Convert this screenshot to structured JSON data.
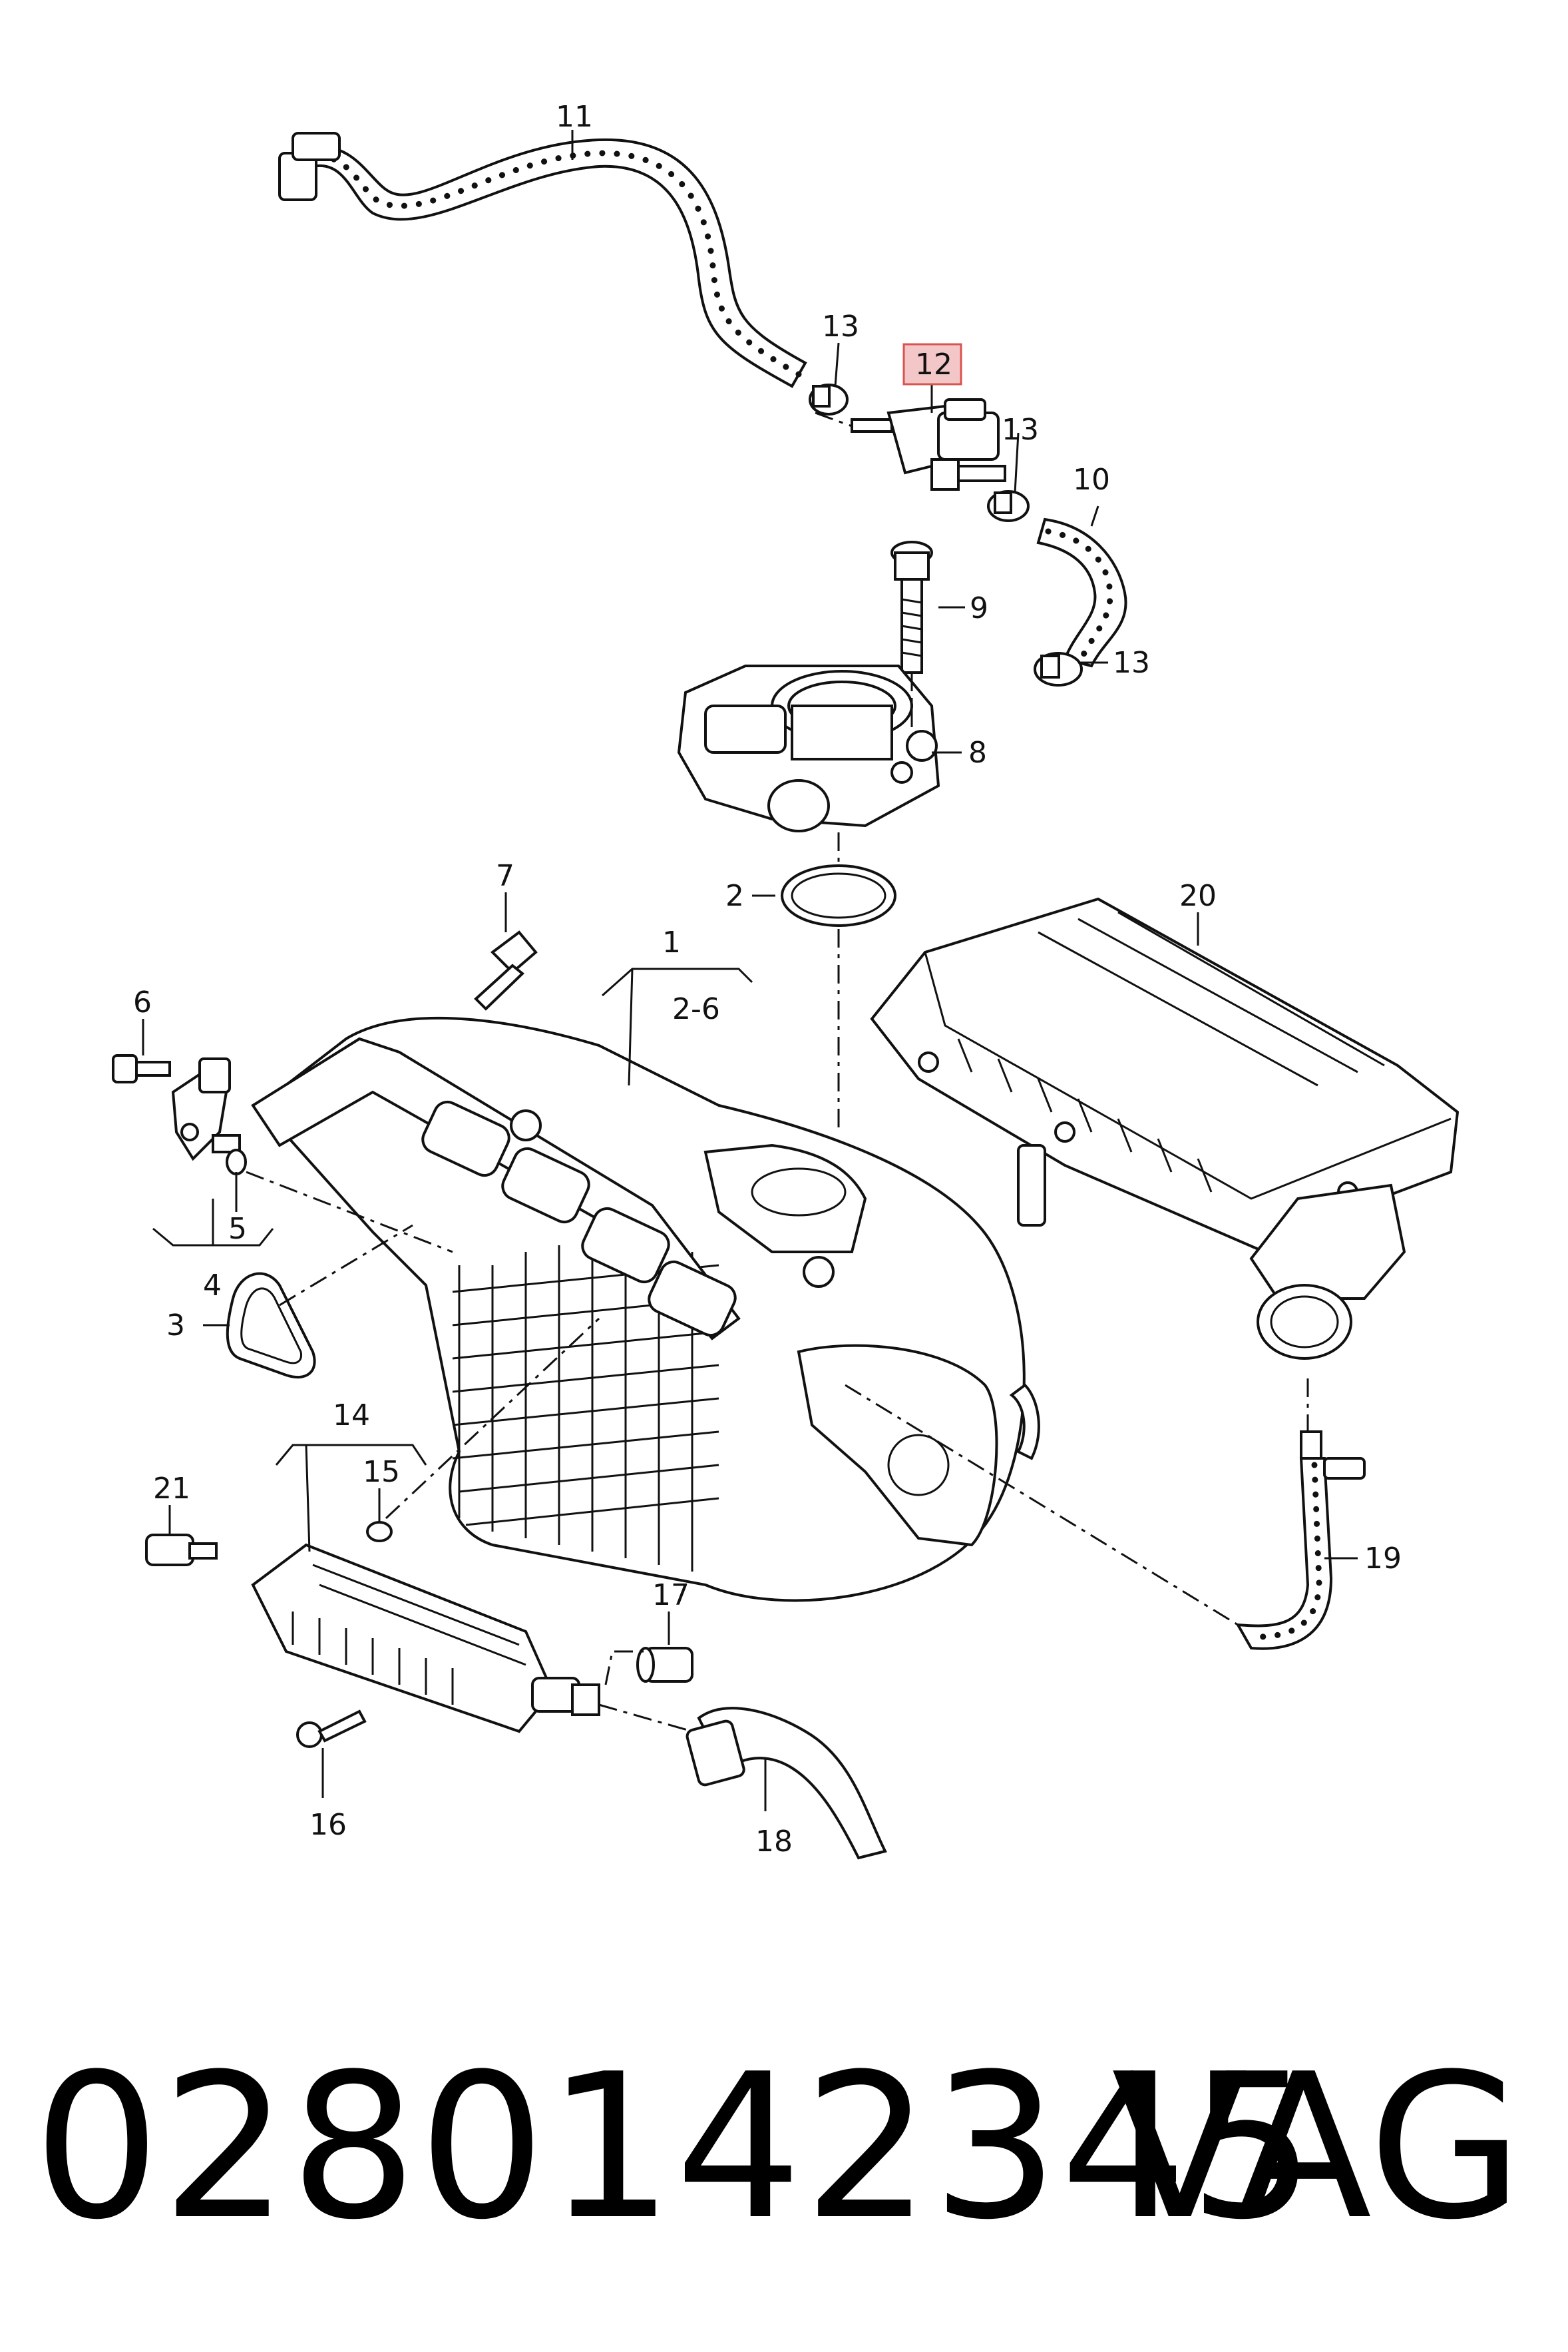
{
  "callouts": {
    "c1": "1",
    "c1_range": "2-6",
    "c2": "2",
    "c3": "3",
    "c4": "4",
    "c5": "5",
    "c6": "6",
    "c7": "7",
    "c8": "8",
    "c9": "9",
    "c10": "10",
    "c11": "11",
    "c12": "12",
    "c13a": "13",
    "c13b": "13",
    "c13c": "13",
    "c14": "14",
    "c15": "15",
    "c16": "16",
    "c17": "17",
    "c18": "18",
    "c19": "19",
    "c20": "20",
    "c21": "21"
  },
  "highlight_color": "#f3c7c7",
  "highlight_border": "#d9534f",
  "footer": {
    "part_number": "0280142345",
    "brand": "VAG"
  }
}
